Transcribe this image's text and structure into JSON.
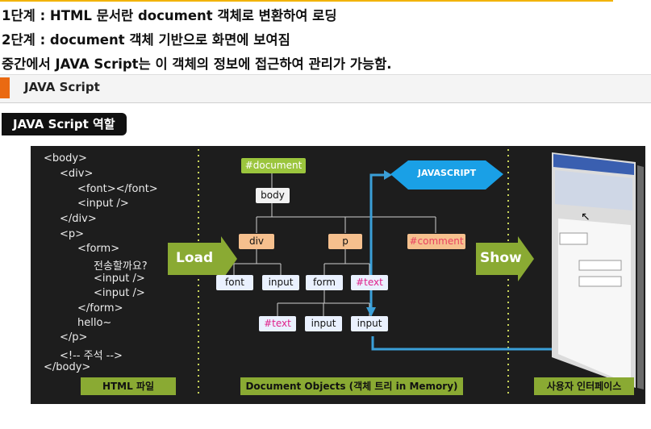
{
  "intro": {
    "line1": "1단계 : HTML 문서란 document 객체로 변환하여 로딩",
    "line2": "2단계 : document 객체 기반으로 화면에 보여짐",
    "line3": "중간에서 JAVA Script는 이 객체의 정보에 접근하여 관리가 가능함."
  },
  "section": {
    "title": "JAVA Script"
  },
  "badge": {
    "label": "JAVA Script 역할"
  },
  "code_lines": [
    "<body>",
    "<div>",
    "<font></font>",
    "<input />",
    "</div>",
    "<p>",
    "<form>",
    "전송할까요?",
    "<input />",
    "<input />",
    "</form>",
    "hello~",
    "</p>",
    "<!-- 주석 -->",
    "</body>"
  ],
  "arrows": {
    "load": "Load",
    "show": "Show"
  },
  "nodes": {
    "document": "#document",
    "body": "body",
    "div": "div",
    "p": "p",
    "comment": "#comment",
    "font": "font",
    "input1": "input",
    "form": "form",
    "text1": "#text",
    "text2": "#text",
    "input2": "input",
    "input3": "input"
  },
  "javascript": "JAVASCRIPT",
  "bottom_labels": {
    "html": "HTML 파일",
    "dom": "Document Objects (객체 트리 in Memory)",
    "ui": "사용자 인터페이스"
  },
  "colors": {
    "accent": "#ea6a12",
    "green": "#8aaa33",
    "blue": "#3a9fd8",
    "hex_blue": "#1aa0e6"
  }
}
